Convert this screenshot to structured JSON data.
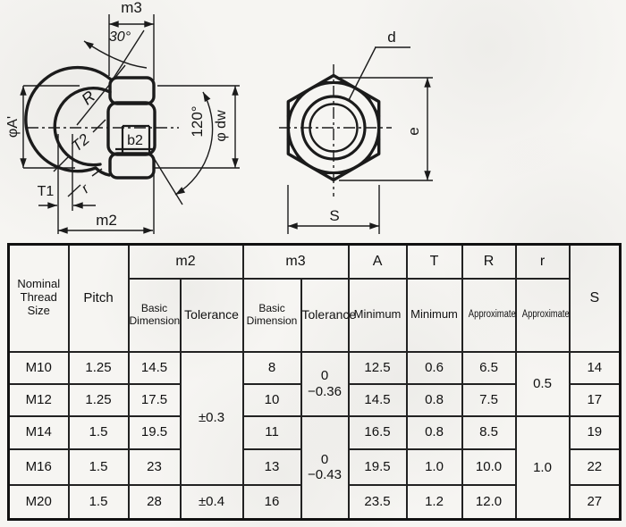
{
  "drawing": {
    "side_view": {
      "m3_label": "m3",
      "angle_30": "30°",
      "radius_R": "R",
      "thickness_T2": "T2",
      "thread_depth_b2": "b2",
      "dia_A": "φA'",
      "thickness_T1": "T1",
      "fillet_r": "r",
      "m2_label": "m2",
      "angle_120": "120°",
      "dia_dw": "φ dw"
    },
    "front_view": {
      "dia_d": "d",
      "width_e": "e",
      "width_S": "S"
    }
  },
  "table": {
    "header": {
      "col_thread": "Nominal Thread Size",
      "col_pitch": "Pitch",
      "group_m2": "m2",
      "group_m3": "m3",
      "sub_basic": "Basic Dimension",
      "sub_tolerance": "Tolerance",
      "col_A": "A",
      "col_T": "T",
      "col_R": "R",
      "col_r": "r",
      "sub_min": "Minimum",
      "sub_approx": "Approximate",
      "col_S": "S"
    },
    "rows": [
      {
        "name": "M10",
        "pitch": "1.25",
        "m2_basic": "14.5",
        "m2_tol": "±0.3",
        "m3_basic": "8",
        "m3_tol_top": "0",
        "m3_tol_bottom": "−0.36",
        "a_min": "12.5",
        "t_min": "0.6",
        "r_approx": "6.5",
        "r_small": "0.5",
        "s": "14"
      },
      {
        "name": "M12",
        "pitch": "1.25",
        "m2_basic": "17.5",
        "m3_basic": "10",
        "a_min": "14.5",
        "t_min": "0.8",
        "r_approx": "7.5",
        "s": "17"
      },
      {
        "name": "M14",
        "pitch": "1.5",
        "m2_basic": "19.5",
        "m3_basic": "11",
        "m3_tol_top": "0",
        "m3_tol_bottom": "−0.43",
        "a_min": "16.5",
        "t_min": "0.8",
        "r_approx": "8.5",
        "r_small": "1.0",
        "s": "19"
      },
      {
        "name": "M16",
        "pitch": "1.5",
        "m2_basic": "23",
        "m3_basic": "13",
        "a_min": "19.5",
        "t_min": "1.0",
        "r_approx": "10.0",
        "s": "22"
      },
      {
        "name": "M20",
        "pitch": "1.5",
        "m2_basic": "28",
        "m2_tol": "±0.4",
        "m3_basic": "16",
        "a_min": "23.5",
        "t_min": "1.2",
        "r_approx": "12.0",
        "s": "27"
      }
    ]
  },
  "colors": {
    "ink": "#1b1b1b",
    "paper": "#f6f5f2"
  }
}
